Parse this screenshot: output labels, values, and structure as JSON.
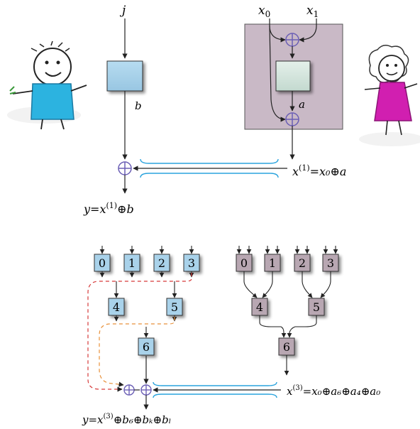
{
  "top": {
    "input_j": "j",
    "input_x0": "x",
    "input_x0_sub": "0",
    "input_x1": "x",
    "input_x1_sub": "1",
    "label_b": "b",
    "label_a": "a",
    "output_x_base": "x",
    "output_x_sup": "(1)",
    "output_x_rhs": "=x₀⊕a",
    "output_y": "y=x",
    "output_y_sup": "(1)",
    "output_y_rhs": "⊕b"
  },
  "bottom": {
    "left_leaf_labels": [
      "0",
      "1",
      "2",
      "3"
    ],
    "left_mid_labels": [
      "4",
      "5"
    ],
    "left_root_label": "6",
    "right_leaf_labels": [
      "0",
      "1",
      "2",
      "3"
    ],
    "right_mid_labels": [
      "4",
      "5"
    ],
    "right_root_label": "6",
    "output_x_base": "x",
    "output_x_sup": "(3)",
    "output_x_rhs": "=x₀⊕a₆⊕a₄⊕a₀",
    "output_y": "y=x",
    "output_y_sup": "(3)",
    "output_y_rhs": "⊕b₆⊕bₖ⊕bₗ"
  },
  "colors": {
    "blue_box": "#a9d2ea",
    "gray_box": "#b8a7b2",
    "panel": "#c9b9c6",
    "xor": "#6b5fb5",
    "channel": "#2aa3dd",
    "red_dash": "#d63a3a",
    "orange_dash": "#e8913a"
  }
}
